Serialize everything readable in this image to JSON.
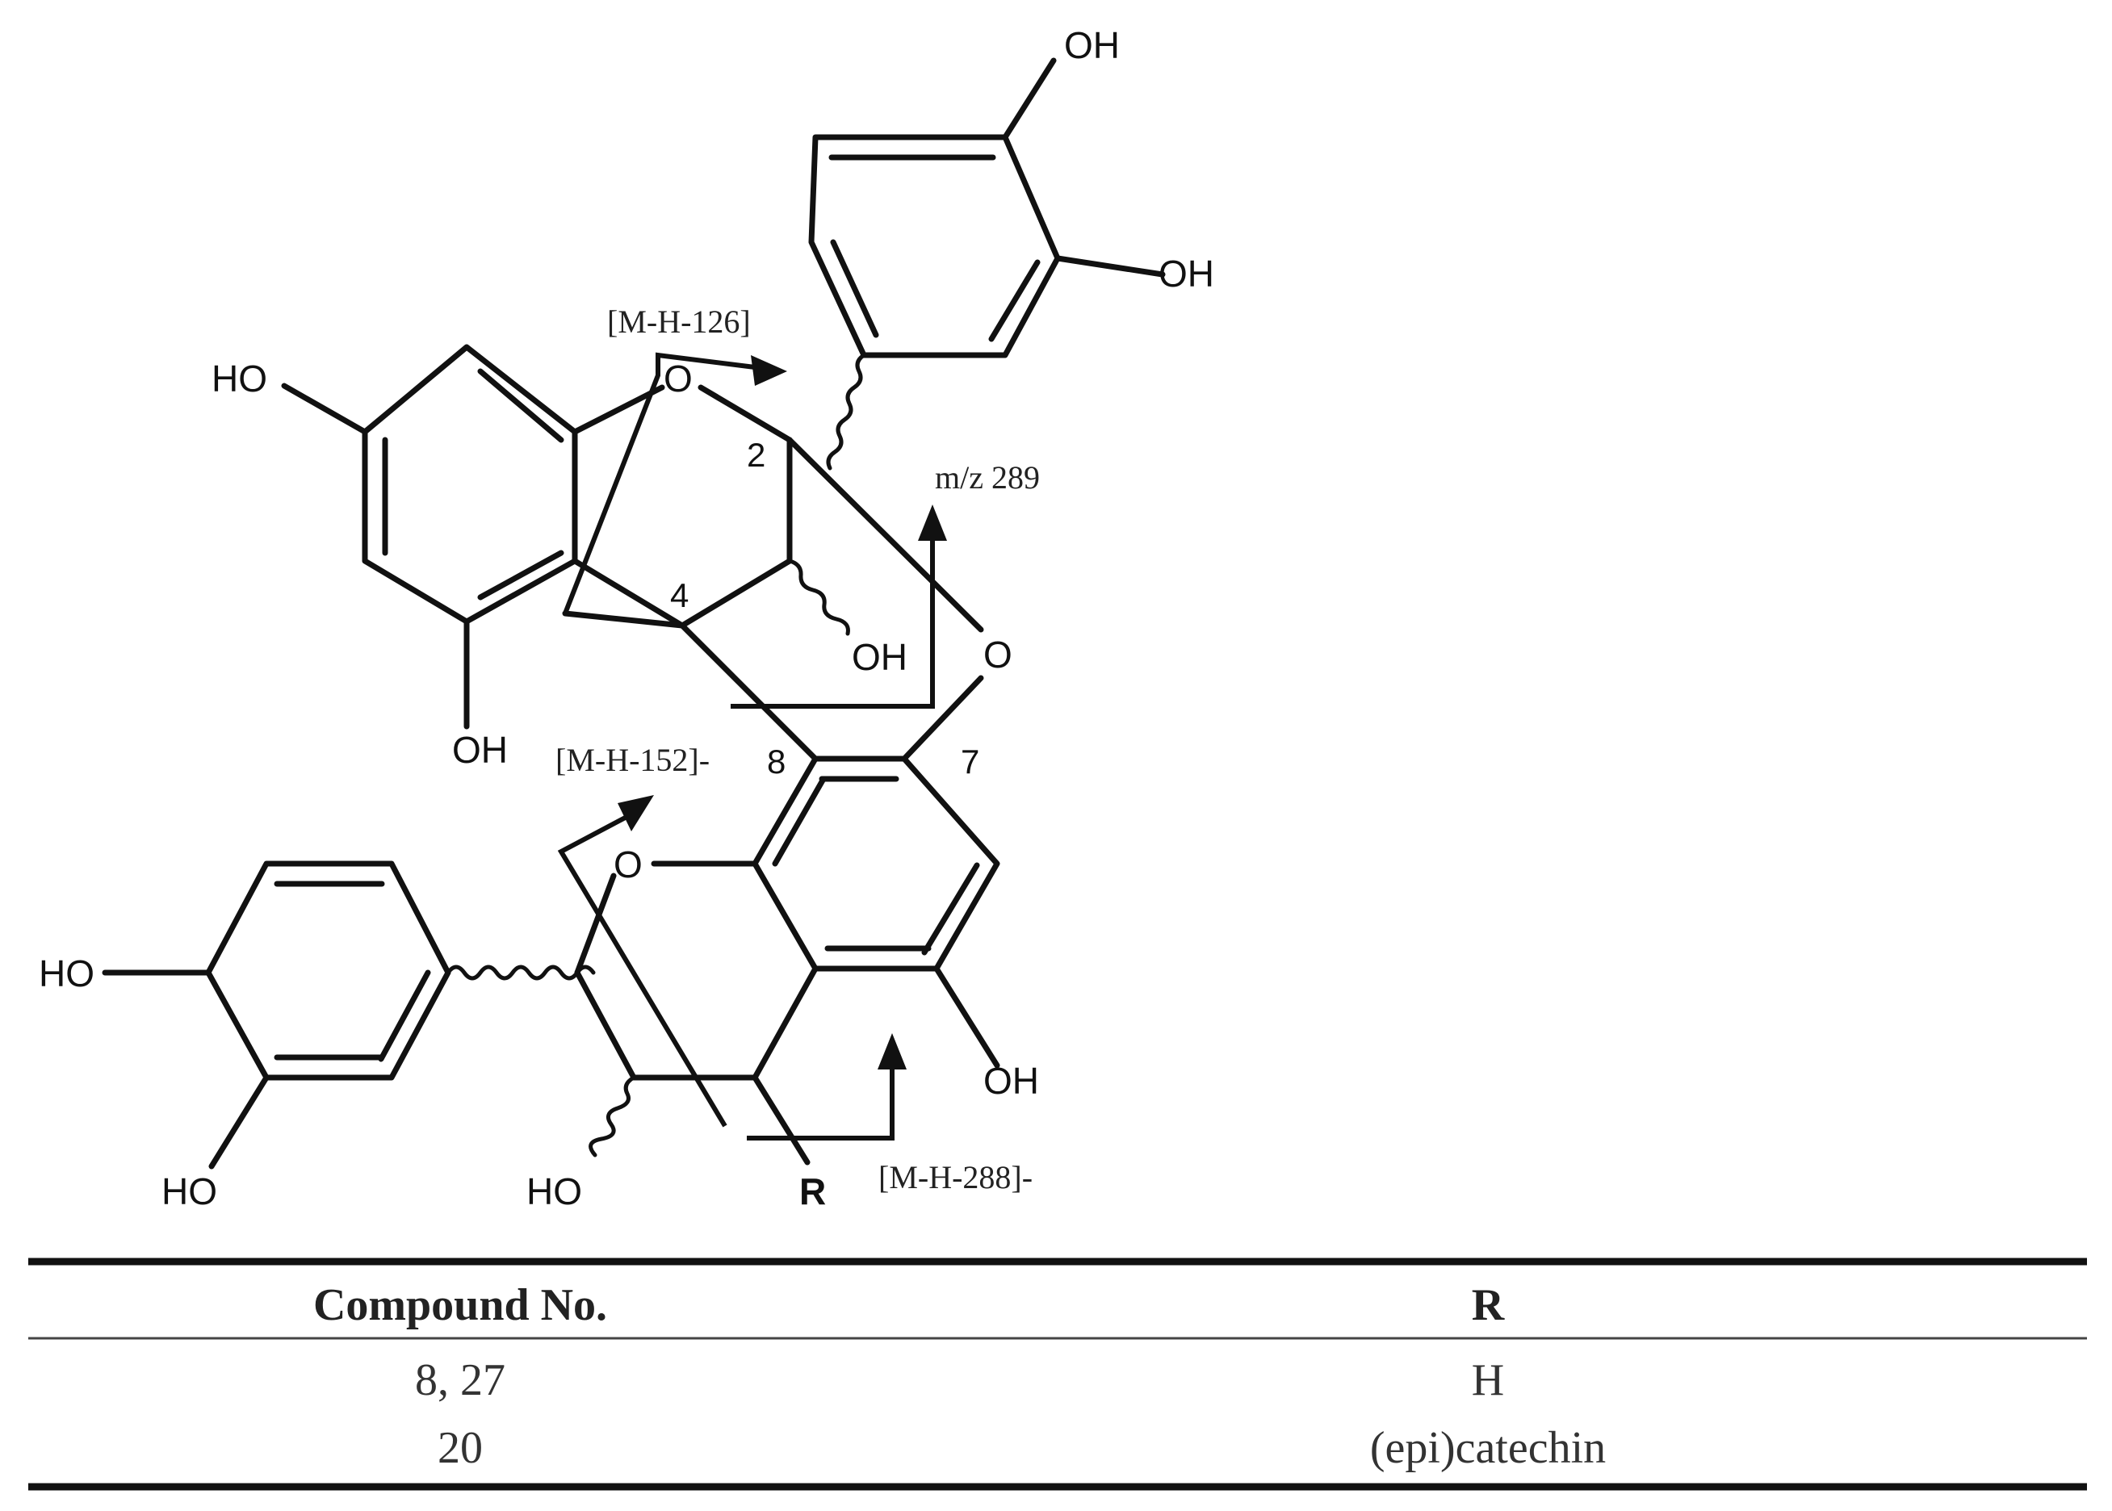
{
  "atoms": {
    "oh_top": "OH",
    "oh_right": "OH",
    "ho_left_upper": "HO",
    "o_upper_ring": "O",
    "oh_upper_mid": "OH",
    "o_linker": "O",
    "oh_upper_bottom": "OH",
    "o_lower_ring": "O",
    "ho_left_lower": "HO",
    "oh_lower_right": "OH",
    "ho_bottom_left": "HO",
    "ho_bottom_mid": "HO",
    "r_group": "R"
  },
  "positions": {
    "c2": "2",
    "c4": "4",
    "c8": "8",
    "c7": "7"
  },
  "fragments": {
    "m_h_126": "[M-H-126]",
    "m_z_289": "m/z 289",
    "m_h_152": "[M-H-152]-",
    "m_h_288": "[M-H-288]-"
  },
  "table": {
    "headers": [
      "Compound No.",
      "R"
    ],
    "rows": [
      [
        "8, 27",
        "H"
      ],
      [
        "20",
        "(epi)catechin"
      ]
    ]
  }
}
